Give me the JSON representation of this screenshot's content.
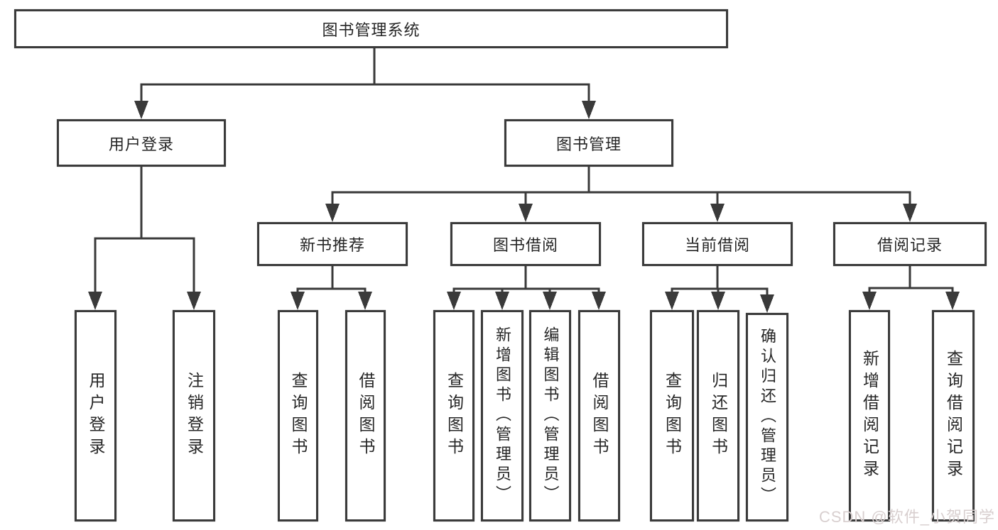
{
  "nodes": {
    "root": "图书管理系统",
    "user_login": "用户登录",
    "book_management": "图书管理",
    "new_book_recommend": "新书推荐",
    "book_borrow": "图书借阅",
    "current_borrow": "当前借阅",
    "borrow_records": "借阅记录",
    "ul_user_login": "用户登录",
    "ul_logout": "注销登录",
    "nb_query_books": "查询图书",
    "nb_borrow_books": "借阅图书",
    "bb_query_books": "查询图书",
    "bb_add_books_admin": "新增图书（管理员）",
    "bb_edit_books_admin": "编辑图书（管理员）",
    "bb_borrow_books": "借阅图书",
    "cb_query_books": "查询图书",
    "cb_return_books": "归还图书",
    "cb_confirm_return_admin": "确认归还（管理员）",
    "br_add_record": "新增借阅记录",
    "br_query_record": "查询借阅记录"
  },
  "watermark": "CSDN @软件_小贺同学",
  "colors": {
    "line": "#3a3a3a",
    "border": "#3b3b3b",
    "text": "#262626",
    "watermark": "#d8cfcf",
    "background": "#ffffff"
  }
}
